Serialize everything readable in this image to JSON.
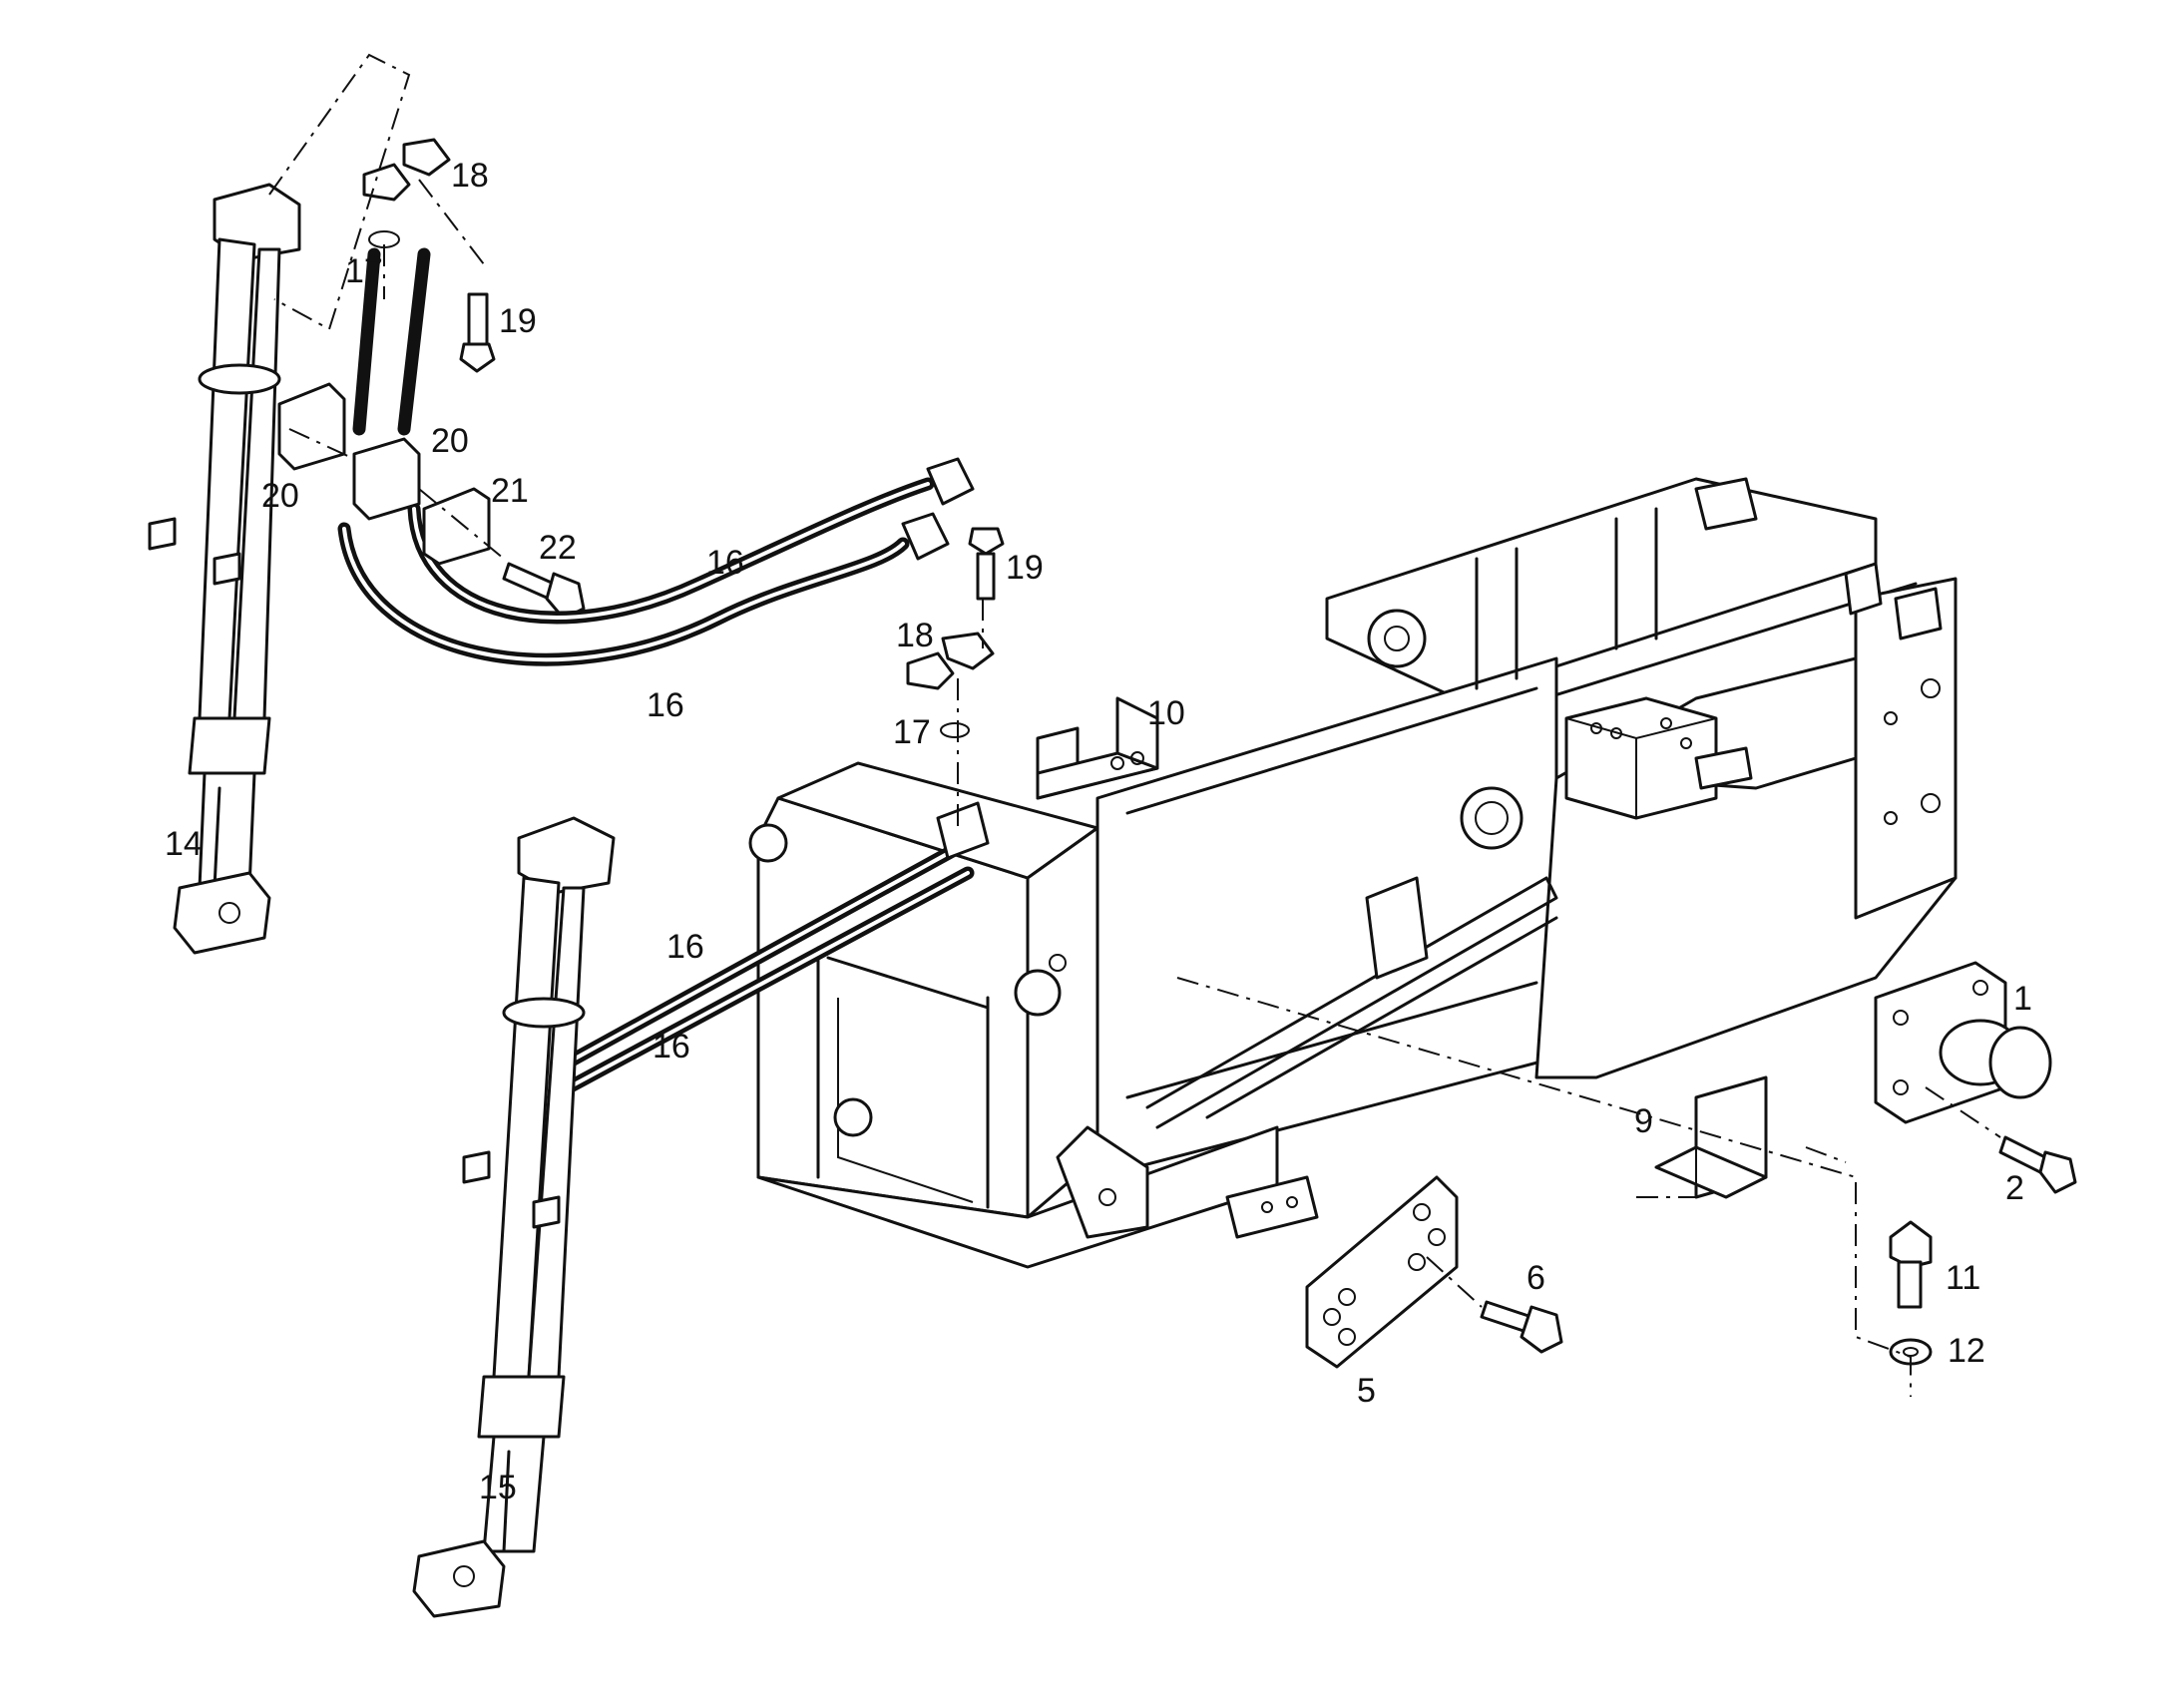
{
  "callouts": [
    {
      "id": "c1",
      "text": "1"
    },
    {
      "id": "c2",
      "text": "2"
    },
    {
      "id": "c5",
      "text": "5"
    },
    {
      "id": "c6",
      "text": "6"
    },
    {
      "id": "c9",
      "text": "9"
    },
    {
      "id": "c10",
      "text": "10"
    },
    {
      "id": "c11",
      "text": "11"
    },
    {
      "id": "c12",
      "text": "12"
    },
    {
      "id": "c14",
      "text": "14"
    },
    {
      "id": "c15",
      "text": "15"
    },
    {
      "id": "c16a",
      "text": "16"
    },
    {
      "id": "c16b",
      "text": "16"
    },
    {
      "id": "c16c",
      "text": "16"
    },
    {
      "id": "c16d",
      "text": "16"
    },
    {
      "id": "c17a",
      "text": "17"
    },
    {
      "id": "c17b",
      "text": "17"
    },
    {
      "id": "c18a",
      "text": "18"
    },
    {
      "id": "c18b",
      "text": "18"
    },
    {
      "id": "c19a",
      "text": "19"
    },
    {
      "id": "c19b",
      "text": "19"
    },
    {
      "id": "c20a",
      "text": "20"
    },
    {
      "id": "c20b",
      "text": "20"
    },
    {
      "id": "c21",
      "text": "21"
    },
    {
      "id": "c22",
      "text": "22"
    }
  ]
}
